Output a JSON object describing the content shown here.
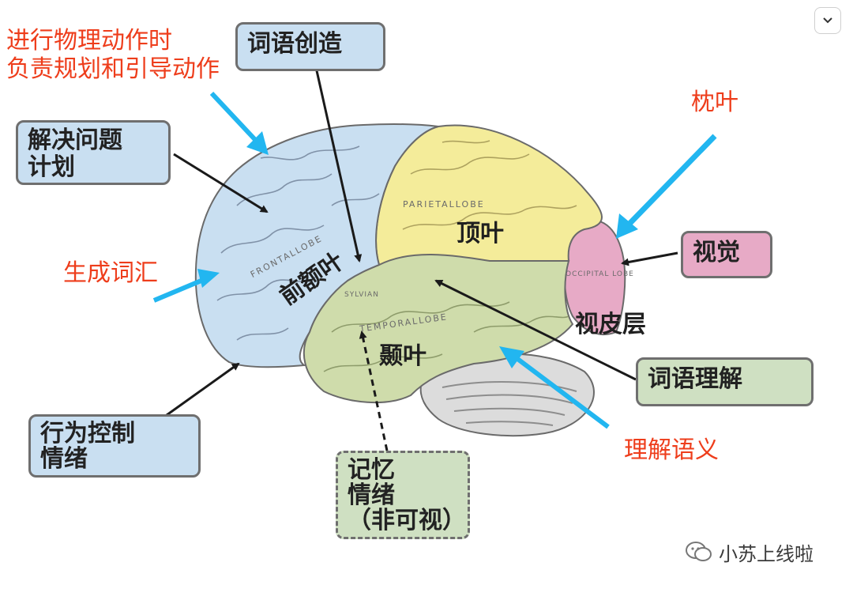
{
  "red_labels": {
    "physical_action_line1": "进行物理动作时",
    "physical_action_line2": "负责规划和引导动作",
    "occipital": "枕叶",
    "generate_vocab": "生成词汇",
    "understand_semantics": "理解语义"
  },
  "boxes": {
    "word_creation": "词语创造",
    "problem_solving_line1": "解决问题",
    "problem_solving_line2": "计划",
    "vision": "视觉",
    "word_comprehension": "词语理解",
    "behavior_line1": "行为控制",
    "behavior_line2": "情绪",
    "memory_line1": "记忆",
    "memory_line2": "情绪",
    "memory_line3": "（非可视）"
  },
  "lobes": {
    "frontal": "前额叶",
    "parietal": "顶叶",
    "temporal": "颞叶",
    "visual_cortex": "视皮层"
  },
  "latin": {
    "frontal": "FRONTALLOBE",
    "parietal": "PARIETALLOBE",
    "temporal": "TEMPORALLOBE",
    "occipital": "OCCIPITAL LOBE",
    "sylvian": "SYLVIAN"
  },
  "watermark": {
    "text": "小苏上线啦",
    "icon": "wechat-icon"
  },
  "colors": {
    "frontal": "#c9dff1",
    "parietal": "#f4ec9a",
    "temporal": "#cfdcab",
    "occipital": "#e7aac6",
    "accent_red": "#ee3d1b",
    "arrow_blue": "#22b6f0"
  }
}
